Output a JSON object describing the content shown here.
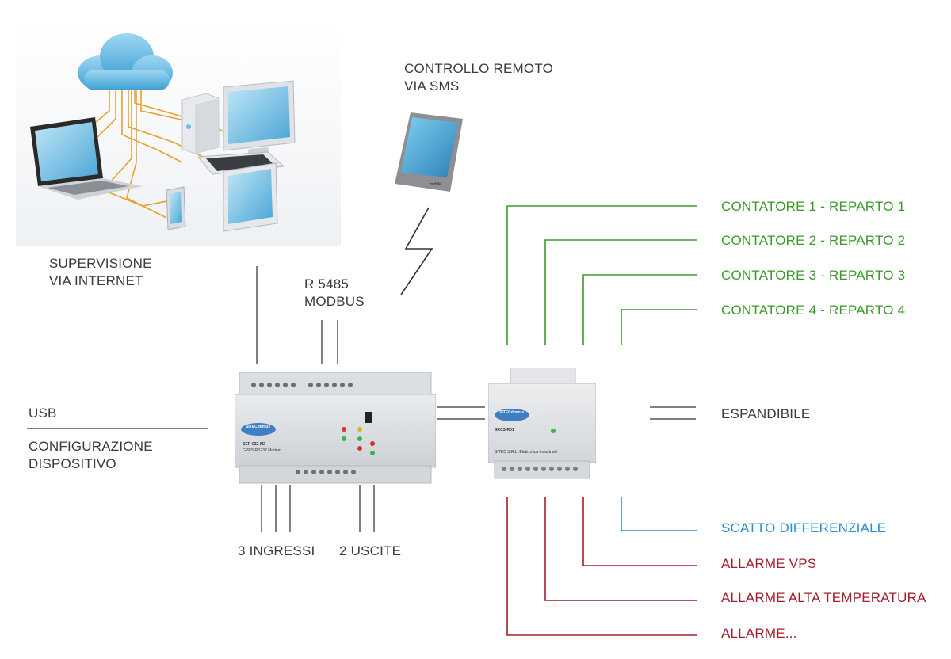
{
  "labels": {
    "controllo_remoto": [
      "CONTROLLO REMOTO",
      "VIA SMS"
    ],
    "supervisione": [
      "SUPERVISIONE",
      "VIA INTERNET"
    ],
    "rs485": [
      "R 5485",
      "MODBUS"
    ],
    "usb": "USB",
    "configurazione": [
      "CONFIGURAZIONE",
      "DISPOSITIVO"
    ],
    "ingressi": "3 INGRESSI",
    "uscite": "2 USCITE",
    "espandibile": "ESPANDIBILE",
    "contatori": [
      "CONTATORE 1 - REPARTO 1",
      "CONTATORE 2 - REPARTO 2",
      "CONTATORE 3 - REPARTO 3",
      "CONTATORE 4 - REPARTO 4"
    ],
    "scatto": "SCATTO DIFFERENZIALE",
    "allarmi": [
      "ALLARME VPS",
      "ALLARME ALTA TEMPERATURA",
      "ALLARME..."
    ]
  },
  "devices": {
    "modem_brand": "SITECdomus",
    "modem_model": "SER-032-M2",
    "modem_subtitle": "GPRS RS232 Modem",
    "exp_brand": "SITECdomus",
    "exp_model": "SRCS-R01",
    "exp_company": "SITEC S.R.L. Elettronica Industriale",
    "phone_brand": "mobile"
  },
  "colors": {
    "text": "#3a3a3a",
    "green": "#3a9a2a",
    "blue": "#2b8fd0",
    "red": "#a31d2b",
    "cable": "#e8a030",
    "cloud": "#5fb6e0"
  },
  "icons": [
    "cloud-icon",
    "laptop-icon",
    "desktop-tower-icon",
    "monitor-icon",
    "keyboard-icon",
    "tablet-icon",
    "phone-icon",
    "smartphone-icon",
    "antenna-icon",
    "lightning-icon"
  ]
}
